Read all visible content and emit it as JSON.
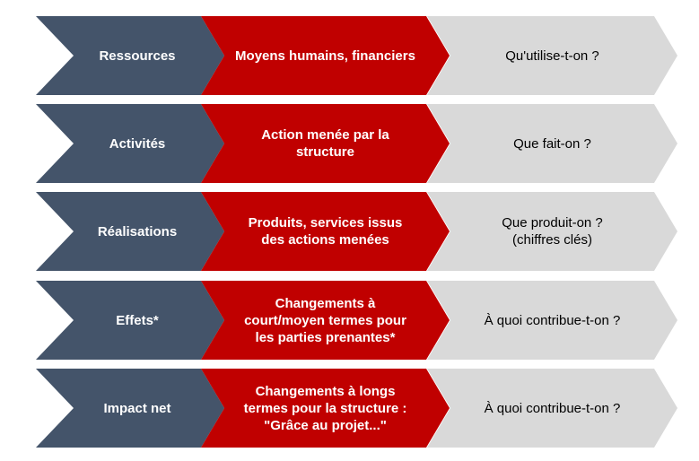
{
  "colors": {
    "category_fill": "#44546a",
    "description_fill": "#c00000",
    "question_fill": "#d9d9d9"
  },
  "rows": [
    {
      "category": "Ressources",
      "description": "Moyens humains, financiers",
      "question": "Qu'utilise-t-on ?"
    },
    {
      "category": "Activités",
      "description": "Action menée par la\nstructure",
      "question": "Que fait-on ?"
    },
    {
      "category": "Réalisations",
      "description": "Produits, services issus\ndes actions menées",
      "question": "Que produit-on ?\n(chiffres clés)"
    },
    {
      "category": "Effets*",
      "description": "Changements à\ncourt/moyen termes pour\nles parties prenantes*",
      "question": "À quoi contribue-t-on ?"
    },
    {
      "category": "Impact net",
      "description": "Changements à longs\ntermes pour la structure :\n\"Grâce au projet...\"",
      "question": "À quoi contribue-t-on ?"
    }
  ]
}
